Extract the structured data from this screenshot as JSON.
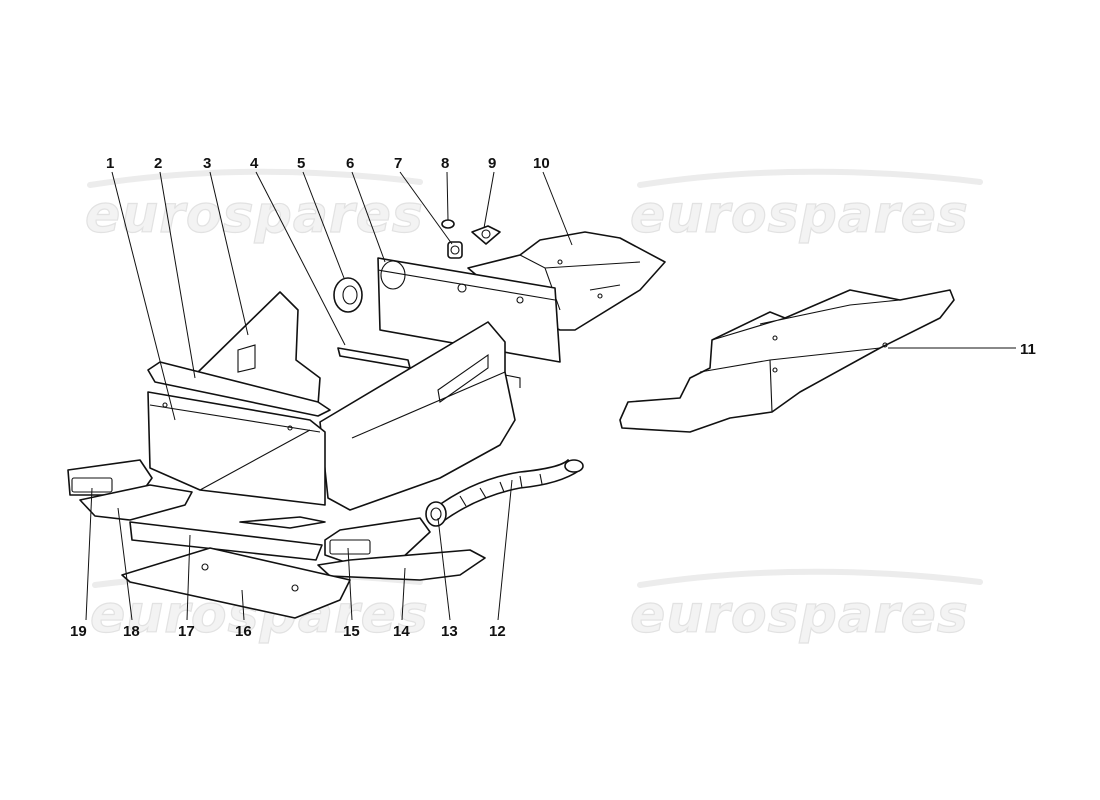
{
  "watermark": {
    "text": "eurospares"
  },
  "callouts": [
    {
      "id": "c1",
      "label": "1"
    },
    {
      "id": "c2",
      "label": "2"
    },
    {
      "id": "c3",
      "label": "3"
    },
    {
      "id": "c4",
      "label": "4"
    },
    {
      "id": "c5",
      "label": "5"
    },
    {
      "id": "c6",
      "label": "6"
    },
    {
      "id": "c7",
      "label": "7"
    },
    {
      "id": "c8",
      "label": "8"
    },
    {
      "id": "c9",
      "label": "9"
    },
    {
      "id": "c10",
      "label": "10"
    },
    {
      "id": "c11",
      "label": "11"
    },
    {
      "id": "c12",
      "label": "12"
    },
    {
      "id": "c13",
      "label": "13"
    },
    {
      "id": "c14",
      "label": "14"
    },
    {
      "id": "c15",
      "label": "15"
    },
    {
      "id": "c16",
      "label": "16"
    },
    {
      "id": "c17",
      "label": "17"
    },
    {
      "id": "c18",
      "label": "18"
    },
    {
      "id": "c19",
      "label": "19"
    }
  ]
}
